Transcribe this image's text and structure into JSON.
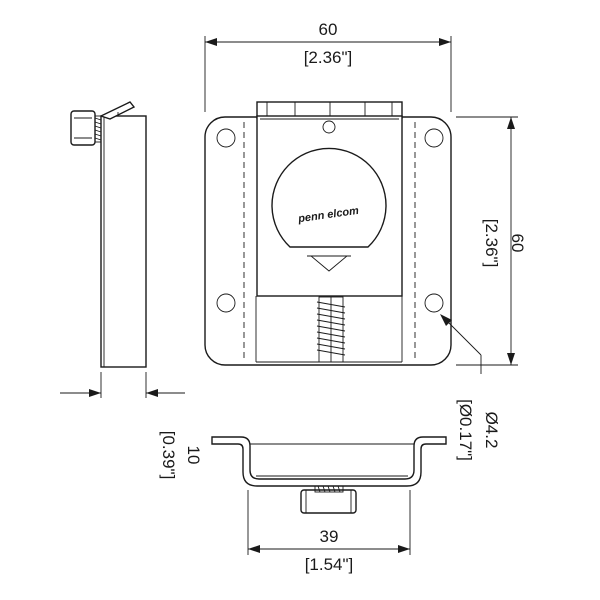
{
  "brand": {
    "logo_text": "penn",
    "logo_text_2": "elcom"
  },
  "dimensions": {
    "width": {
      "mm": "60",
      "inch": "[2.36\"]"
    },
    "height": {
      "mm": "60",
      "inch": "[2.36\"]"
    },
    "depth": {
      "mm": "10",
      "inch": "[0.39\"]"
    },
    "hole": {
      "mm": "Ø4.2",
      "inch": "[Ø0.17\"]"
    },
    "base_width": {
      "mm": "39",
      "inch": "[1.54\"]"
    }
  }
}
